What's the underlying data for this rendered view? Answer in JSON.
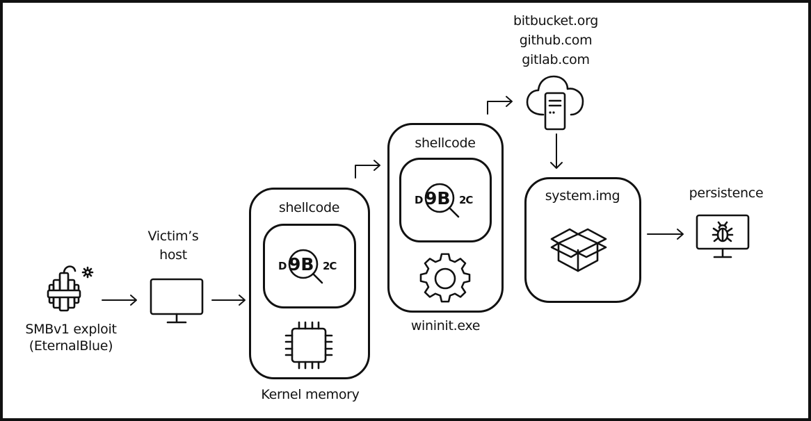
{
  "diagram": {
    "type": "attack-flow",
    "nodes": {
      "exploit": {
        "label_line1": "SMBv1 exploit",
        "label_line2": "(EternalBlue)",
        "icon": "dynamite-bomb-icon"
      },
      "victim_host": {
        "label_line1": "Victim’s",
        "label_line2": "host",
        "icon": "monitor-icon"
      },
      "kernel_memory": {
        "container_label": "shellcode",
        "hash": {
          "prefix": "D",
          "highlight": "9B",
          "suffix": "2C"
        },
        "icon": "cpu-chip-icon",
        "caption": "Kernel memory"
      },
      "wininit": {
        "container_label": "shellcode",
        "hash": {
          "prefix": "D",
          "highlight": "9B",
          "suffix": "2C"
        },
        "icon": "gear-icon",
        "caption": "wininit.exe"
      },
      "repos": {
        "hosts": [
          "bitbucket.org",
          "github.com",
          "gitlab.com"
        ],
        "icon": "cloud-server-icon"
      },
      "system_img": {
        "label": "system.img",
        "icon": "open-box-icon"
      },
      "persistence": {
        "label": "persistence",
        "icon": "monitor-bug-icon"
      }
    },
    "edges": [
      {
        "from": "exploit",
        "to": "victim_host",
        "style": "straight-arrow"
      },
      {
        "from": "victim_host",
        "to": "kernel_memory",
        "style": "straight-arrow"
      },
      {
        "from": "kernel_memory",
        "to": "wininit",
        "style": "elbow-arrow"
      },
      {
        "from": "wininit",
        "to": "repos",
        "style": "elbow-arrow"
      },
      {
        "from": "repos",
        "to": "system_img",
        "style": "down-arrow"
      },
      {
        "from": "system_img",
        "to": "persistence",
        "style": "straight-arrow"
      }
    ]
  }
}
